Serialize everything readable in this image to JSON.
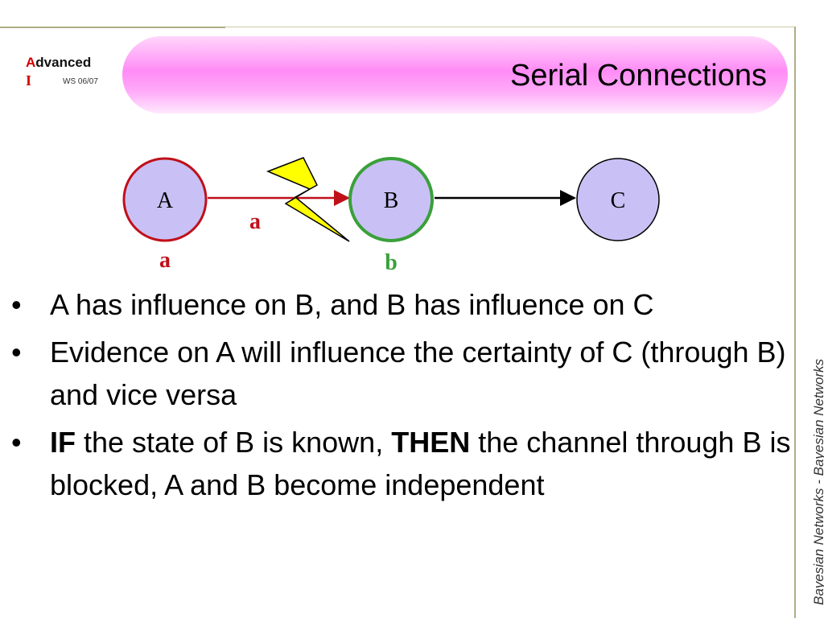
{
  "logo": {
    "first_letter": "A",
    "rest_word": "dvanced",
    "second_line": "I",
    "semester": "WS 06/07"
  },
  "title": "Serial Connections",
  "diagram": {
    "nodes": [
      {
        "id": "A",
        "label": "A",
        "fill": "#c9c1f5",
        "stroke": "#c0101a"
      },
      {
        "id": "B",
        "label": "B",
        "fill": "#c9c1f5",
        "stroke": "#3aa03a"
      },
      {
        "id": "C",
        "label": "C",
        "fill": "#c9c1f5",
        "stroke": "#000000"
      }
    ],
    "edges": [
      {
        "from": "A",
        "to": "B",
        "color": "#c0101a"
      },
      {
        "from": "B",
        "to": "C",
        "color": "#000000"
      }
    ],
    "labels": {
      "edge_a": "a",
      "node_a": "a",
      "node_b": "b"
    },
    "colors": {
      "red": "#c0101a",
      "green": "#3aa03a",
      "lightning": "#ffff00"
    },
    "icons": [
      "lightning-bolt-icon"
    ]
  },
  "bullets": [
    {
      "text": "A has influence on B, and B has influence on C"
    },
    {
      "text": "Evidence on A will influence the certainty of C (through B) and vice versa"
    },
    {
      "if_word": "IF",
      "mid": " the state of B is known, ",
      "then_word": "THEN",
      "rest": " the channel through B is blocked, A and B become independent"
    }
  ],
  "bullet_char": "•",
  "footer": "Bayesian Networks - Bayesian Networks"
}
